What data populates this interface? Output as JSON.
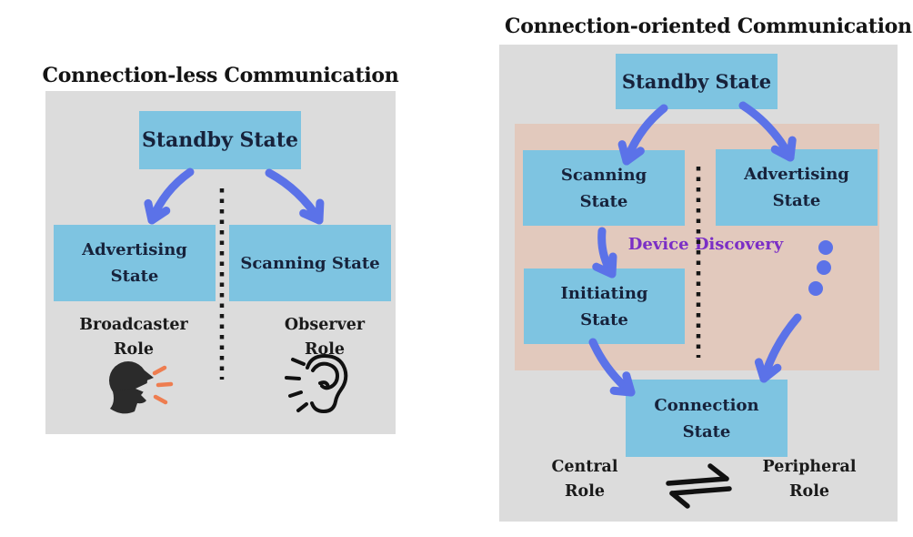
{
  "colors": {
    "panel_bg": "#dcdcdc",
    "box_bg": "#7ec4e1",
    "region_bg": "#e2c9bd",
    "arrow": "#5b72e8",
    "accent_purple": "#7b2fc6",
    "box_text": "#17223b",
    "speech_orange": "#ee7d50"
  },
  "left_panel": {
    "title": "Connection-less Communication",
    "standby_box": "Standby State",
    "advertising_box": {
      "line1": "Advertising",
      "line2": "State"
    },
    "scanning_box": "Scanning State",
    "broadcaster_role": {
      "line1": "Broadcaster",
      "line2": "Role"
    },
    "observer_role": {
      "line1": "Observer",
      "line2": "Role"
    },
    "icons": {
      "broadcaster": "speaking-head-icon",
      "observer": "listening-ear-icon"
    }
  },
  "right_panel": {
    "title": "Connection-oriented Communication",
    "standby_box": "Standby State",
    "scanning_box": {
      "line1": "Scanning",
      "line2": "State"
    },
    "advertising_box": {
      "line1": "Advertising",
      "line2": "State"
    },
    "initiating_box": {
      "line1": "Initiating",
      "line2": "State"
    },
    "connection_box": {
      "line1": "Connection",
      "line2": "State"
    },
    "region_label": "Device Discovery",
    "central_role": {
      "line1": "Central",
      "line2": "Role"
    },
    "peripheral_role": {
      "line1": "Peripheral",
      "line2": "Role"
    },
    "icons": {
      "role_exchange": "equilibrium-arrows-icon",
      "continuation": "ellipsis-dots-icon"
    }
  }
}
